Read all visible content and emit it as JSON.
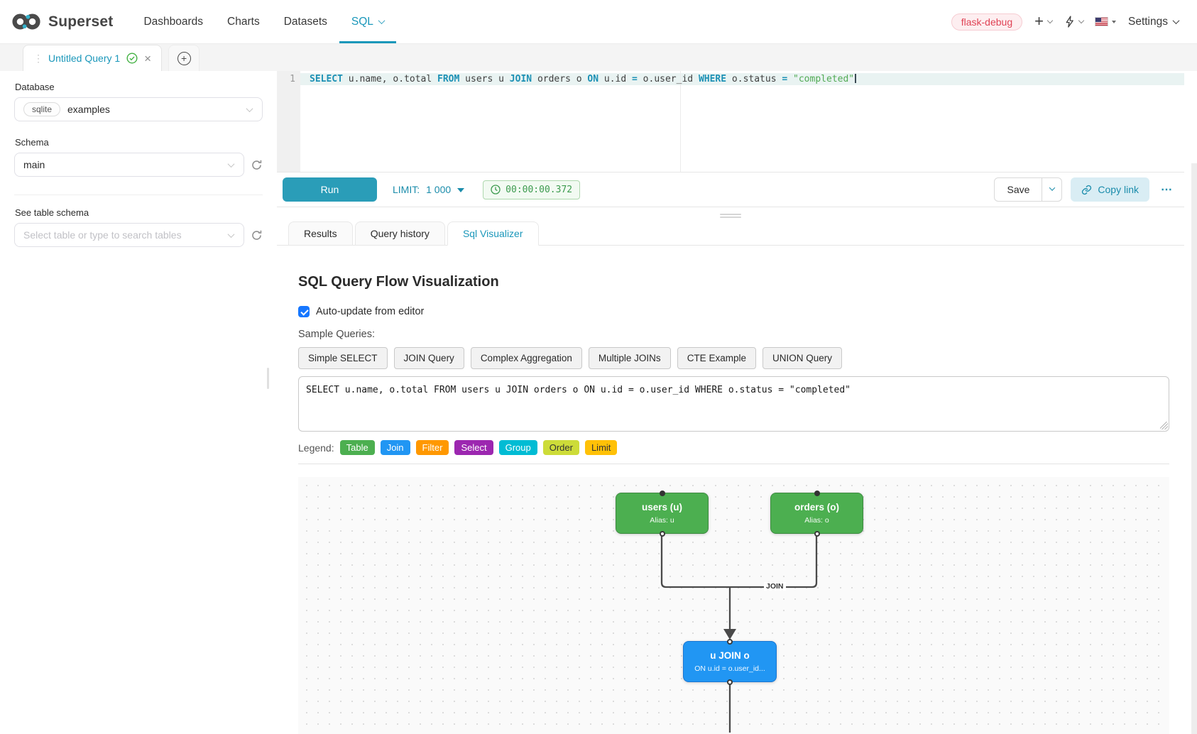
{
  "theme": {
    "accent": "#1a97ba",
    "run_button": "#2a9db8",
    "timer_green": "#3d9b4f",
    "env_badge_red": "#e04355"
  },
  "nav": {
    "brand": "Superset",
    "items": [
      {
        "label": "Dashboards"
      },
      {
        "label": "Charts"
      },
      {
        "label": "Datasets"
      },
      {
        "label": "SQL"
      }
    ],
    "active": "SQL",
    "env_badge": "flask-debug",
    "settings_label": "Settings"
  },
  "query_tab": {
    "title": "Untitled Query 1"
  },
  "sidebar": {
    "database_label": "Database",
    "database_engine": "sqlite",
    "database_value": "examples",
    "schema_label": "Schema",
    "schema_value": "main",
    "table_schema_label": "See table schema",
    "table_placeholder": "Select table or type to search tables"
  },
  "editor": {
    "line_number": "1",
    "tokens": [
      {
        "c": "kw",
        "v": "SELECT "
      },
      {
        "c": "pl",
        "v": "u.name, o.total "
      },
      {
        "c": "kw",
        "v": "FROM "
      },
      {
        "c": "pl",
        "v": "users u "
      },
      {
        "c": "kw",
        "v": "JOIN "
      },
      {
        "c": "pl",
        "v": "orders o "
      },
      {
        "c": "kw",
        "v": "ON "
      },
      {
        "c": "pl",
        "v": "u.id "
      },
      {
        "c": "op",
        "v": "= "
      },
      {
        "c": "pl",
        "v": "o.user_id "
      },
      {
        "c": "kw",
        "v": "WHERE "
      },
      {
        "c": "pl",
        "v": "o.status "
      },
      {
        "c": "op",
        "v": "= "
      },
      {
        "c": "str",
        "v": "\"completed\""
      }
    ]
  },
  "toolbar": {
    "run_label": "Run",
    "limit_label": "LIMIT:",
    "limit_value": "1 000",
    "elapsed": "00:00:00.372",
    "save_label": "Save",
    "copy_link_label": "Copy link",
    "more_label": "⋯"
  },
  "results_tabs": [
    {
      "label": "Results"
    },
    {
      "label": "Query history"
    },
    {
      "label": "Sql Visualizer"
    }
  ],
  "active_results_tab": "Sql Visualizer",
  "visualizer": {
    "title": "SQL Query Flow Visualization",
    "auto_update_label": "Auto-update from editor",
    "auto_update_checked": true,
    "sample_queries_label": "Sample Queries:",
    "sample_queries": [
      {
        "label": "Simple SELECT"
      },
      {
        "label": "JOIN Query"
      },
      {
        "label": "Complex Aggregation"
      },
      {
        "label": "Multiple JOINs"
      },
      {
        "label": "CTE Example"
      },
      {
        "label": "UNION Query"
      }
    ],
    "sql_text": "SELECT u.name, o.total FROM users u JOIN orders o ON u.id = o.user_id WHERE o.status = \"completed\"",
    "legend_label": "Legend:",
    "legend": [
      {
        "label": "Table",
        "color": "#4CAF50",
        "text": "#ffffff"
      },
      {
        "label": "Join",
        "color": "#2196F3",
        "text": "#ffffff"
      },
      {
        "label": "Filter",
        "color": "#FF9800",
        "text": "#ffffff"
      },
      {
        "label": "Select",
        "color": "#9C27B0",
        "text": "#ffffff"
      },
      {
        "label": "Group",
        "color": "#00BCD4",
        "text": "#ffffff"
      },
      {
        "label": "Order",
        "color": "#CDDC39",
        "text": "#333333"
      },
      {
        "label": "Limit",
        "color": "#FFC107",
        "text": "#333333"
      }
    ],
    "flow": {
      "nodes": [
        {
          "title": "users (u)",
          "subtitle": "Alias: u",
          "color": "#4CAF50",
          "border": "#3d8b40"
        },
        {
          "title": "orders (o)",
          "subtitle": "Alias: o",
          "color": "#4CAF50",
          "border": "#3d8b40"
        },
        {
          "title": "u JOIN o",
          "subtitle": "ON u.id = o.user_id...",
          "color": "#2196F3",
          "border": "#1976D2"
        }
      ],
      "edge_label": "JOIN"
    }
  }
}
